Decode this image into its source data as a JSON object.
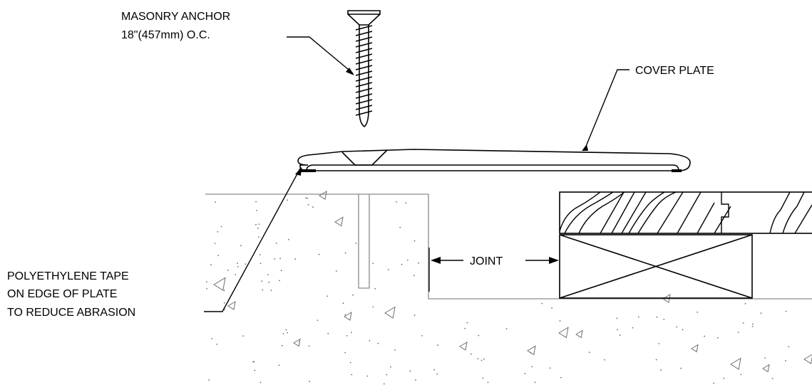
{
  "labels": {
    "anchor_line1": "MASONRY ANCHOR",
    "anchor_line2": "18\"(457mm) O.C.",
    "cover_plate": "COVER PLATE",
    "joint": "JOINT",
    "tape_line1": "POLYETHYLENE TAPE",
    "tape_line2": "ON EDGE OF PLATE",
    "tape_line3": "TO REDUCE ABRASION"
  },
  "colors": {
    "line": "#000000",
    "concrete_edge": "#8a8a8a",
    "aggregate": "#6e6e6e",
    "background": "#ffffff"
  }
}
